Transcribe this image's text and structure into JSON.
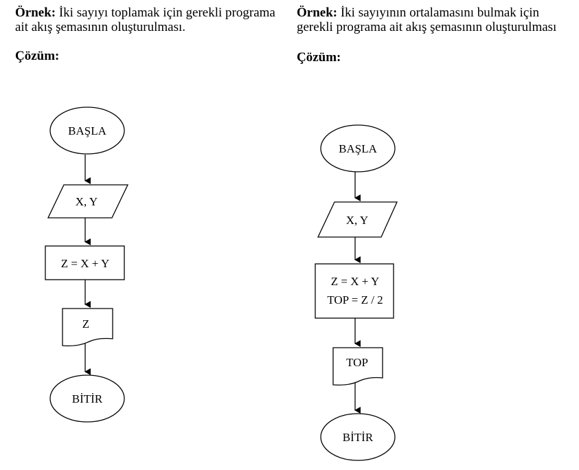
{
  "left": {
    "example_label": "Örnek:",
    "example_text": " İki sayıyı toplamak için gerekli programa ait akış şemasının oluşturulması.",
    "solution_label": "Çözüm:",
    "flow": {
      "start": "BAŞLA",
      "input": "X, Y",
      "process": "Z = X + Y",
      "output": "Z",
      "end": "BİTİR"
    }
  },
  "right": {
    "example_label": "Örnek:",
    "example_text": " İki sayıyının ortalamasını bulmak için gerekli programa ait akış şemasının oluşturulması",
    "solution_label": "Çözüm:",
    "flow": {
      "start": "BAŞLA",
      "input": "X, Y",
      "process_line1": "Z = X + Y",
      "process_line2": "TOP = Z / 2",
      "output": "TOP",
      "end": "BİTİR"
    }
  }
}
